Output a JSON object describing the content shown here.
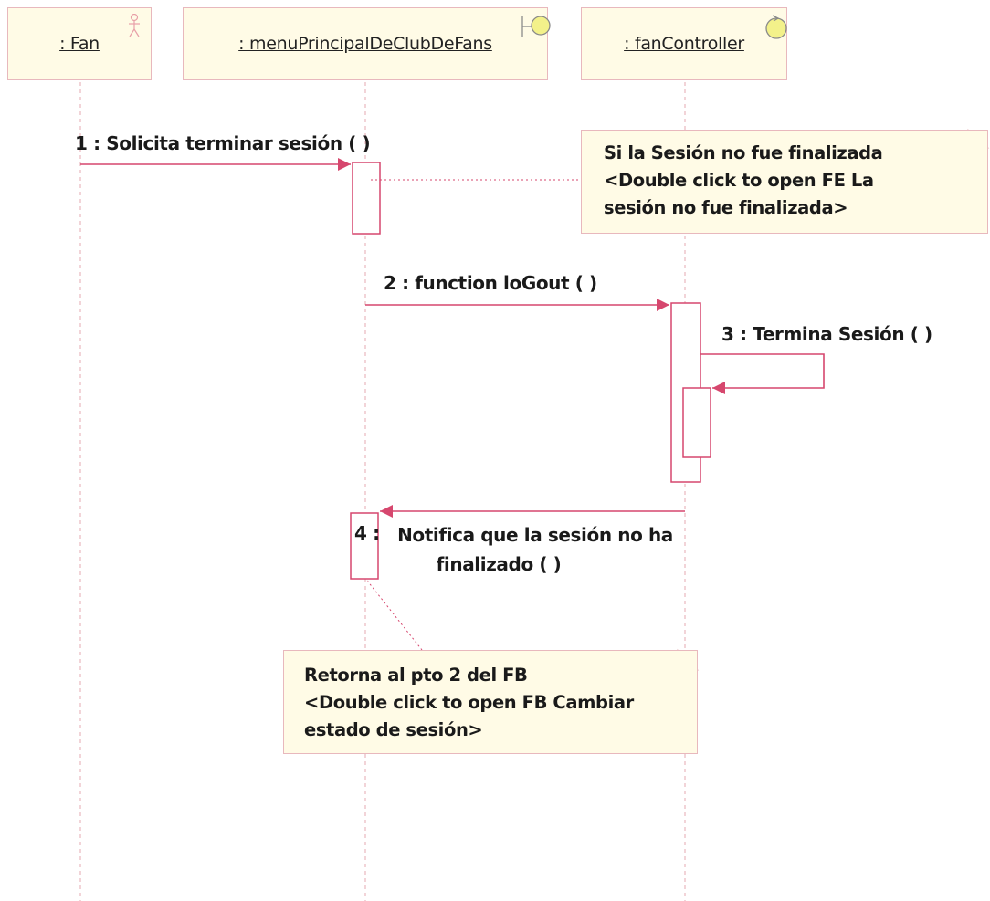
{
  "lifelines": [
    {
      "name": ": Fan",
      "kind": "actor",
      "icon": "actor-icon"
    },
    {
      "name": ": menuPrincipalDeClubDeFans",
      "kind": "boundary",
      "icon": "boundary-icon"
    },
    {
      "name": ": fanController",
      "kind": "control",
      "icon": "control-icon"
    }
  ],
  "messages": [
    {
      "label": "1 : Solicita terminar sesión (  )"
    },
    {
      "label": "2 : function loGout (  )"
    },
    {
      "label": "3 : Termina Sesión (  )"
    },
    {
      "label": "4 : Notifica que la sesión no ha finalizado (  )",
      "prefix": "4 :",
      "line1": "Notifica que la sesión no ha",
      "line2": "finalizado (  )"
    }
  ],
  "notes": [
    {
      "text": "Si la Sesión no fue finalizada\n<Double click to open FE La\nsesión no fue finalizada>"
    },
    {
      "text": "Retorna al pto 2 del FB\n<Double click to open FB Cambiar\nestado de sesión>"
    }
  ],
  "colors": {
    "box_fill": "#fffbe6",
    "border": "#e8b8bd",
    "arrow": "#d6476e",
    "control_icon_fill": "#f3f18a"
  }
}
